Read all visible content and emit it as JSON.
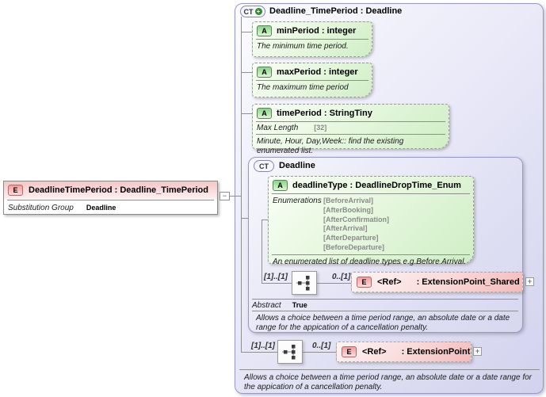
{
  "colors": {
    "container_lavender": "#d9d9f0",
    "attribute_green": "#d9f2d0",
    "element_pink": "#f6c2c2",
    "border_purple": "#9898c8"
  },
  "substitution_element": {
    "badge": "E",
    "title": "DeadlineTimePeriod : Deadline_TimePeriod",
    "substitution_group_label": "Substitution Group",
    "substitution_group_value": "Deadline",
    "collapse_glyph": "−"
  },
  "main_ct": {
    "badge": "CT",
    "plus_glyph": "+",
    "title": "Deadline_TimePeriod : Deadline",
    "attributes": [
      {
        "badge": "A",
        "title": "minPeriod : integer",
        "description": "The minimum time period."
      },
      {
        "badge": "A",
        "title": "maxPeriod : integer",
        "description": "The maximum time period"
      },
      {
        "badge": "A",
        "title": "timePeriod : StringTiny",
        "facet_label": "Max Length",
        "facet_value": "[32]",
        "description": "Minute, Hour, Day,Week:: find the existing enumerated list."
      }
    ],
    "nested_ct": {
      "badge": "CT",
      "title": "Deadline",
      "attribute": {
        "badge": "A",
        "title": "deadlineType : DeadlineDropTime_Enum",
        "enumerations_label": "Enumerations",
        "enumerations": [
          "[BeforeArrival]",
          "[AfterBooking]",
          "[AfterConfirmation]",
          "[AfterArrival]",
          "[AfterDeparture]",
          "[BeforeDeparture]"
        ],
        "description": "An enumerated list of deadline types e.g.Before Arrival."
      },
      "choice_row": {
        "cardinality_left": "[1]..[1]",
        "cardinality_right": "0..[1]",
        "ref": {
          "badge": "E",
          "name": "<Ref>",
          "type": ": ExtensionPoint_Shared",
          "expand_glyph": "+"
        }
      },
      "abstract_label": "Abstract",
      "abstract_value": "True",
      "description": "Allows a choice between a time period range, an absolute date or a date range for the appication of a cancellation penalty."
    },
    "choice_row": {
      "cardinality_left": "[1]..[1]",
      "cardinality_right": "0..[1]",
      "ref": {
        "badge": "E",
        "name": "<Ref>",
        "type": ": ExtensionPoint",
        "expand_glyph": "+"
      }
    },
    "description": "Allows a choice between a time period range, an absolute date or a date range for the appication of a cancellation penalty."
  }
}
